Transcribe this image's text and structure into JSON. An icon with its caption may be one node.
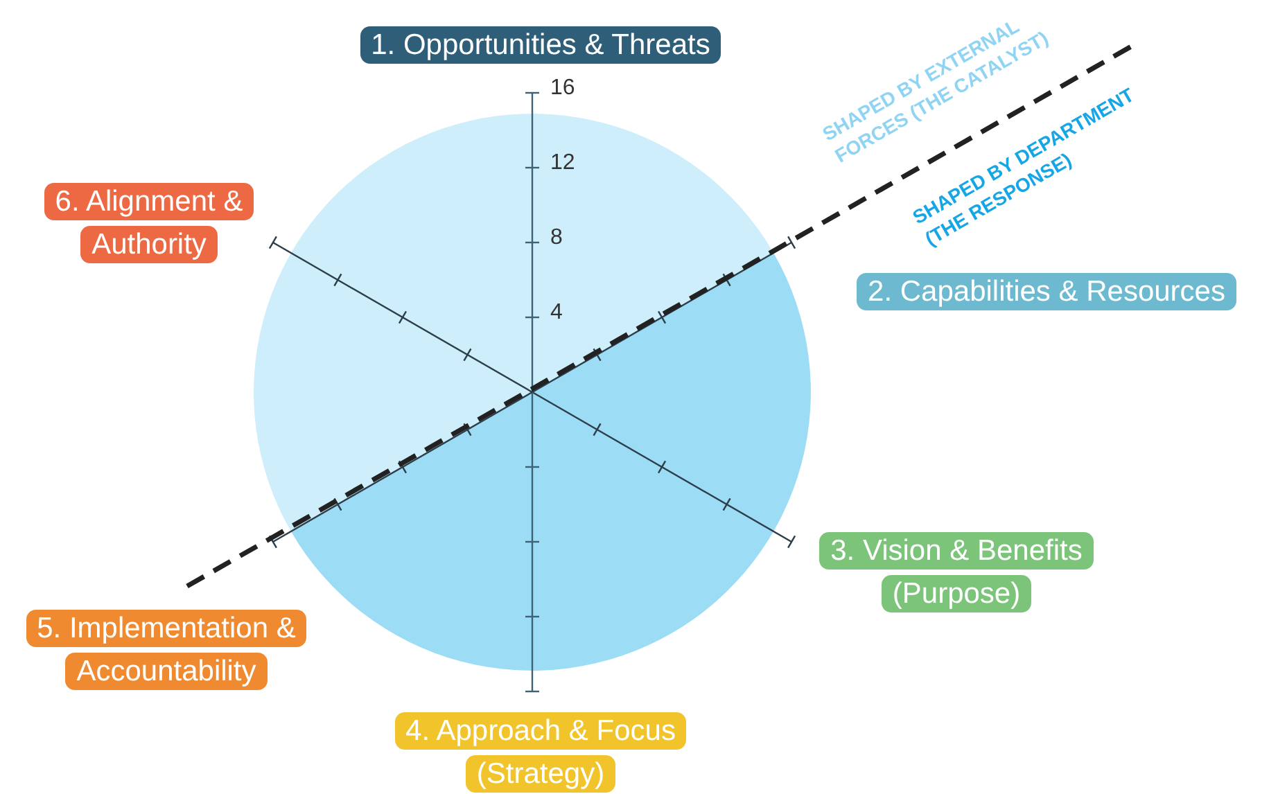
{
  "diagram": {
    "nodes": [
      {
        "text": [
          "1. Opportunities & Threats"
        ]
      },
      {
        "text": [
          "2. Capabilities & Resources"
        ]
      },
      {
        "text": [
          "3. Vision & Benefits (Purpose)"
        ]
      },
      {
        "text": [
          "4. Approach & Focus (Strategy)"
        ]
      },
      {
        "text": [
          "5. Implementation & Accountability"
        ]
      },
      {
        "text": [
          "6. Alignment & Authority"
        ]
      }
    ],
    "edges": [],
    "labels": [
      "16",
      "12",
      "8",
      "4",
      "SHAPED BY EXTERNAL FORCES (THE CATALYST)",
      "SHAPED BY DEPARTMENT (THE RESPONSE)"
    ]
  }
}
